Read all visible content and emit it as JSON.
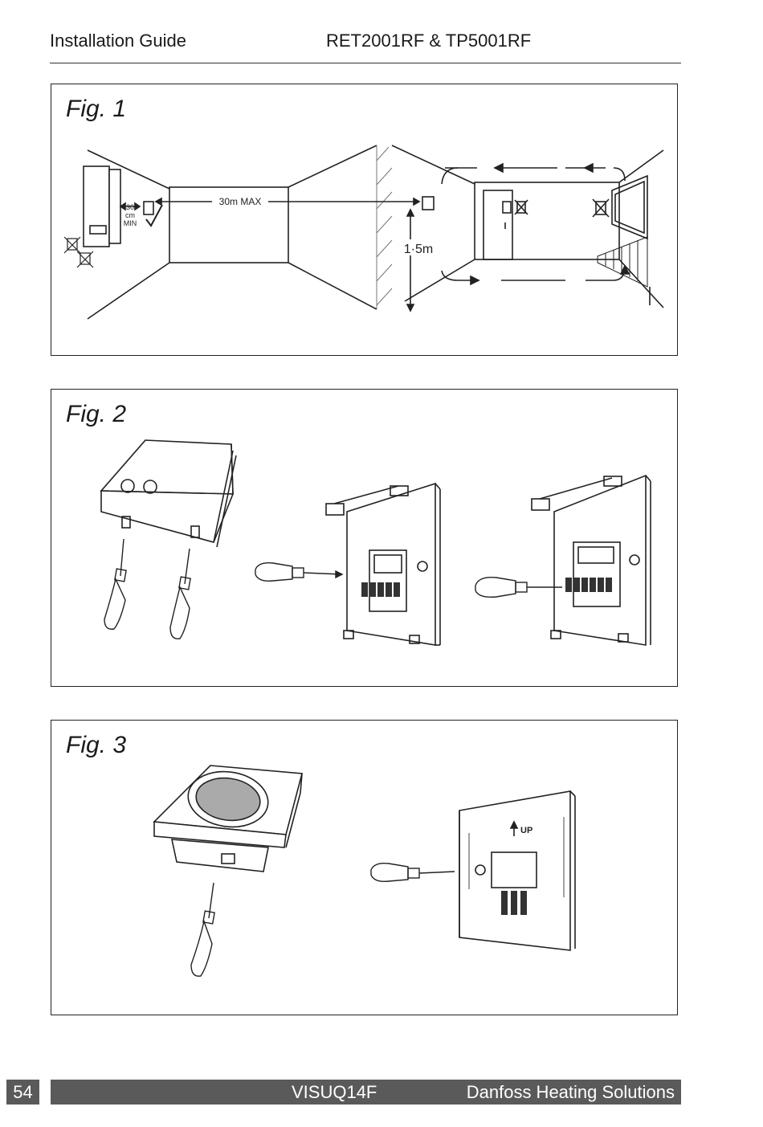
{
  "header": {
    "left": "Installation Guide",
    "center": "RET2001RF & TP5001RF"
  },
  "figures": [
    {
      "title": "Fig. 1",
      "labels": {
        "max_distance": "30m MAX",
        "min_30": "30",
        "min_cm": "cm",
        "min_word": "MIN",
        "height": "1·5m"
      }
    },
    {
      "title": "Fig. 2"
    },
    {
      "title": "Fig. 3",
      "labels": {
        "up": "UP"
      }
    }
  ],
  "footer": {
    "page_number": "54",
    "doc_code": "VISUQ14F",
    "brand": "Danfoss Heating Solutions"
  }
}
